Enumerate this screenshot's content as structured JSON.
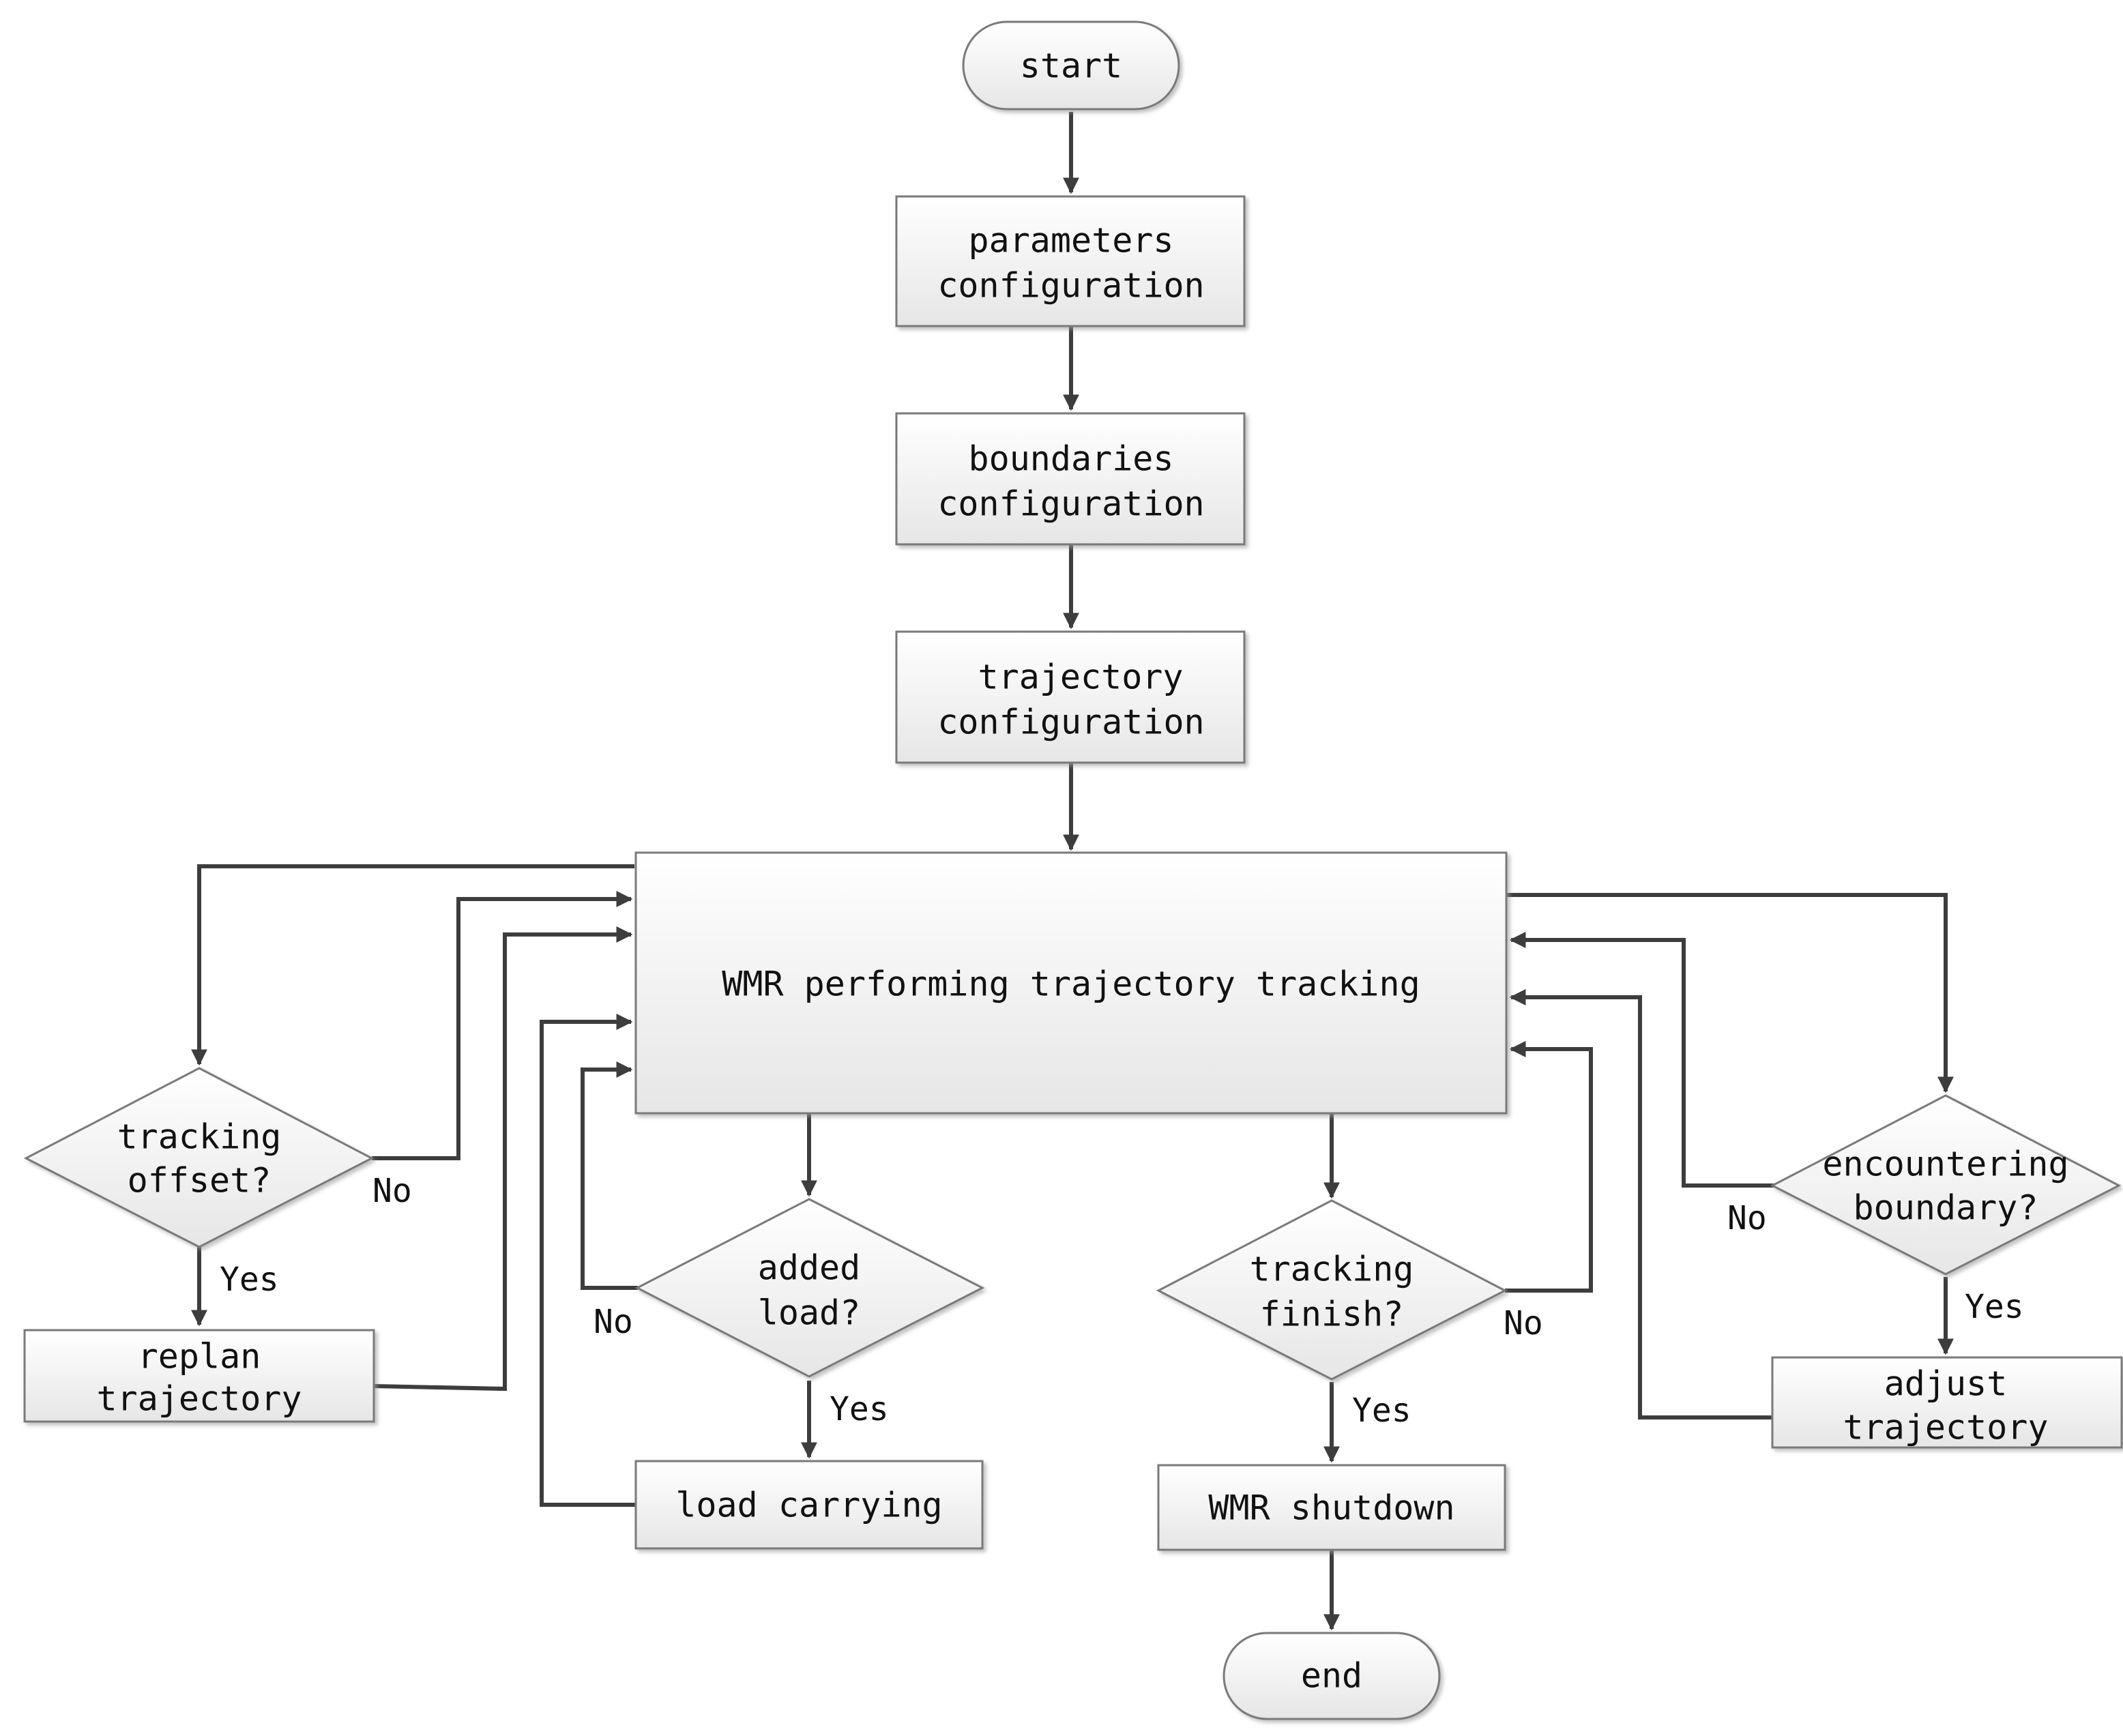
{
  "nodes": {
    "start": {
      "lines": [
        "start"
      ]
    },
    "parameters": {
      "lines": [
        "parameters",
        "configuration"
      ]
    },
    "boundaries": {
      "lines": [
        "boundaries",
        "configuration"
      ]
    },
    "trajectory": {
      "lines": [
        "trajectory",
        "configuration"
      ]
    },
    "tracking": {
      "lines": [
        "WMR performing trajectory tracking"
      ]
    },
    "offset": {
      "lines": [
        "tracking",
        "offset?"
      ]
    },
    "replan": {
      "lines": [
        "replan",
        "trajectory"
      ]
    },
    "added_load": {
      "lines": [
        "added",
        "load?"
      ]
    },
    "load_carrying": {
      "lines": [
        "load carrying"
      ]
    },
    "finish": {
      "lines": [
        "tracking",
        "finish?"
      ]
    },
    "shutdown": {
      "lines": [
        "WMR shutdown"
      ]
    },
    "end": {
      "lines": [
        "end"
      ]
    },
    "boundary": {
      "lines": [
        "encountering",
        "boundary?"
      ]
    },
    "adjust": {
      "lines": [
        "adjust",
        "trajectory"
      ]
    }
  },
  "edge_labels": {
    "offset_no": "No",
    "offset_yes": "Yes",
    "load_no": "No",
    "load_yes": "Yes",
    "finish_no": "No",
    "finish_yes": "Yes",
    "boundary_no": "No",
    "boundary_yes": "Yes"
  }
}
